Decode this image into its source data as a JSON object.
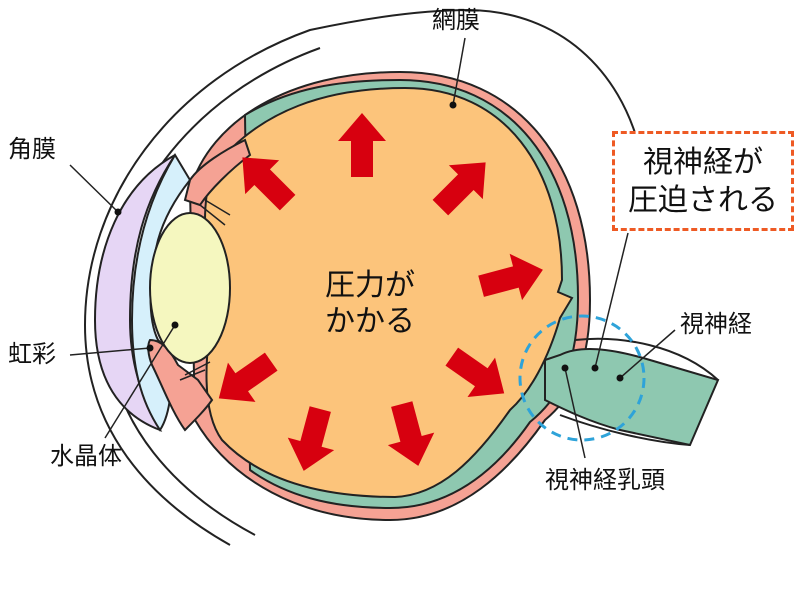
{
  "labels": {
    "retina": "網膜",
    "cornea": "角膜",
    "iris": "虹彩",
    "lens": "水晶体",
    "optic_nerve": "視神経",
    "optic_disc": "視神経乳頭"
  },
  "center_text": [
    "圧力が",
    "かかる"
  ],
  "callout_text": [
    "視神経が",
    "圧迫される"
  ],
  "colors": {
    "vitreous": "#fcc47b",
    "retina_layer": "#8ec8b0",
    "choroid_layer": "#f5a294",
    "cornea_layer": "#e6d6f5",
    "anterior_chamber": "#d6f0fb",
    "lens": "#f5f7bf",
    "arrow": "#d7000f",
    "highlight_circle": "#2ea3d9",
    "callout_border": "#ee5a24"
  },
  "icons": {
    "pressure_arrow": "red-arrow-icon"
  }
}
